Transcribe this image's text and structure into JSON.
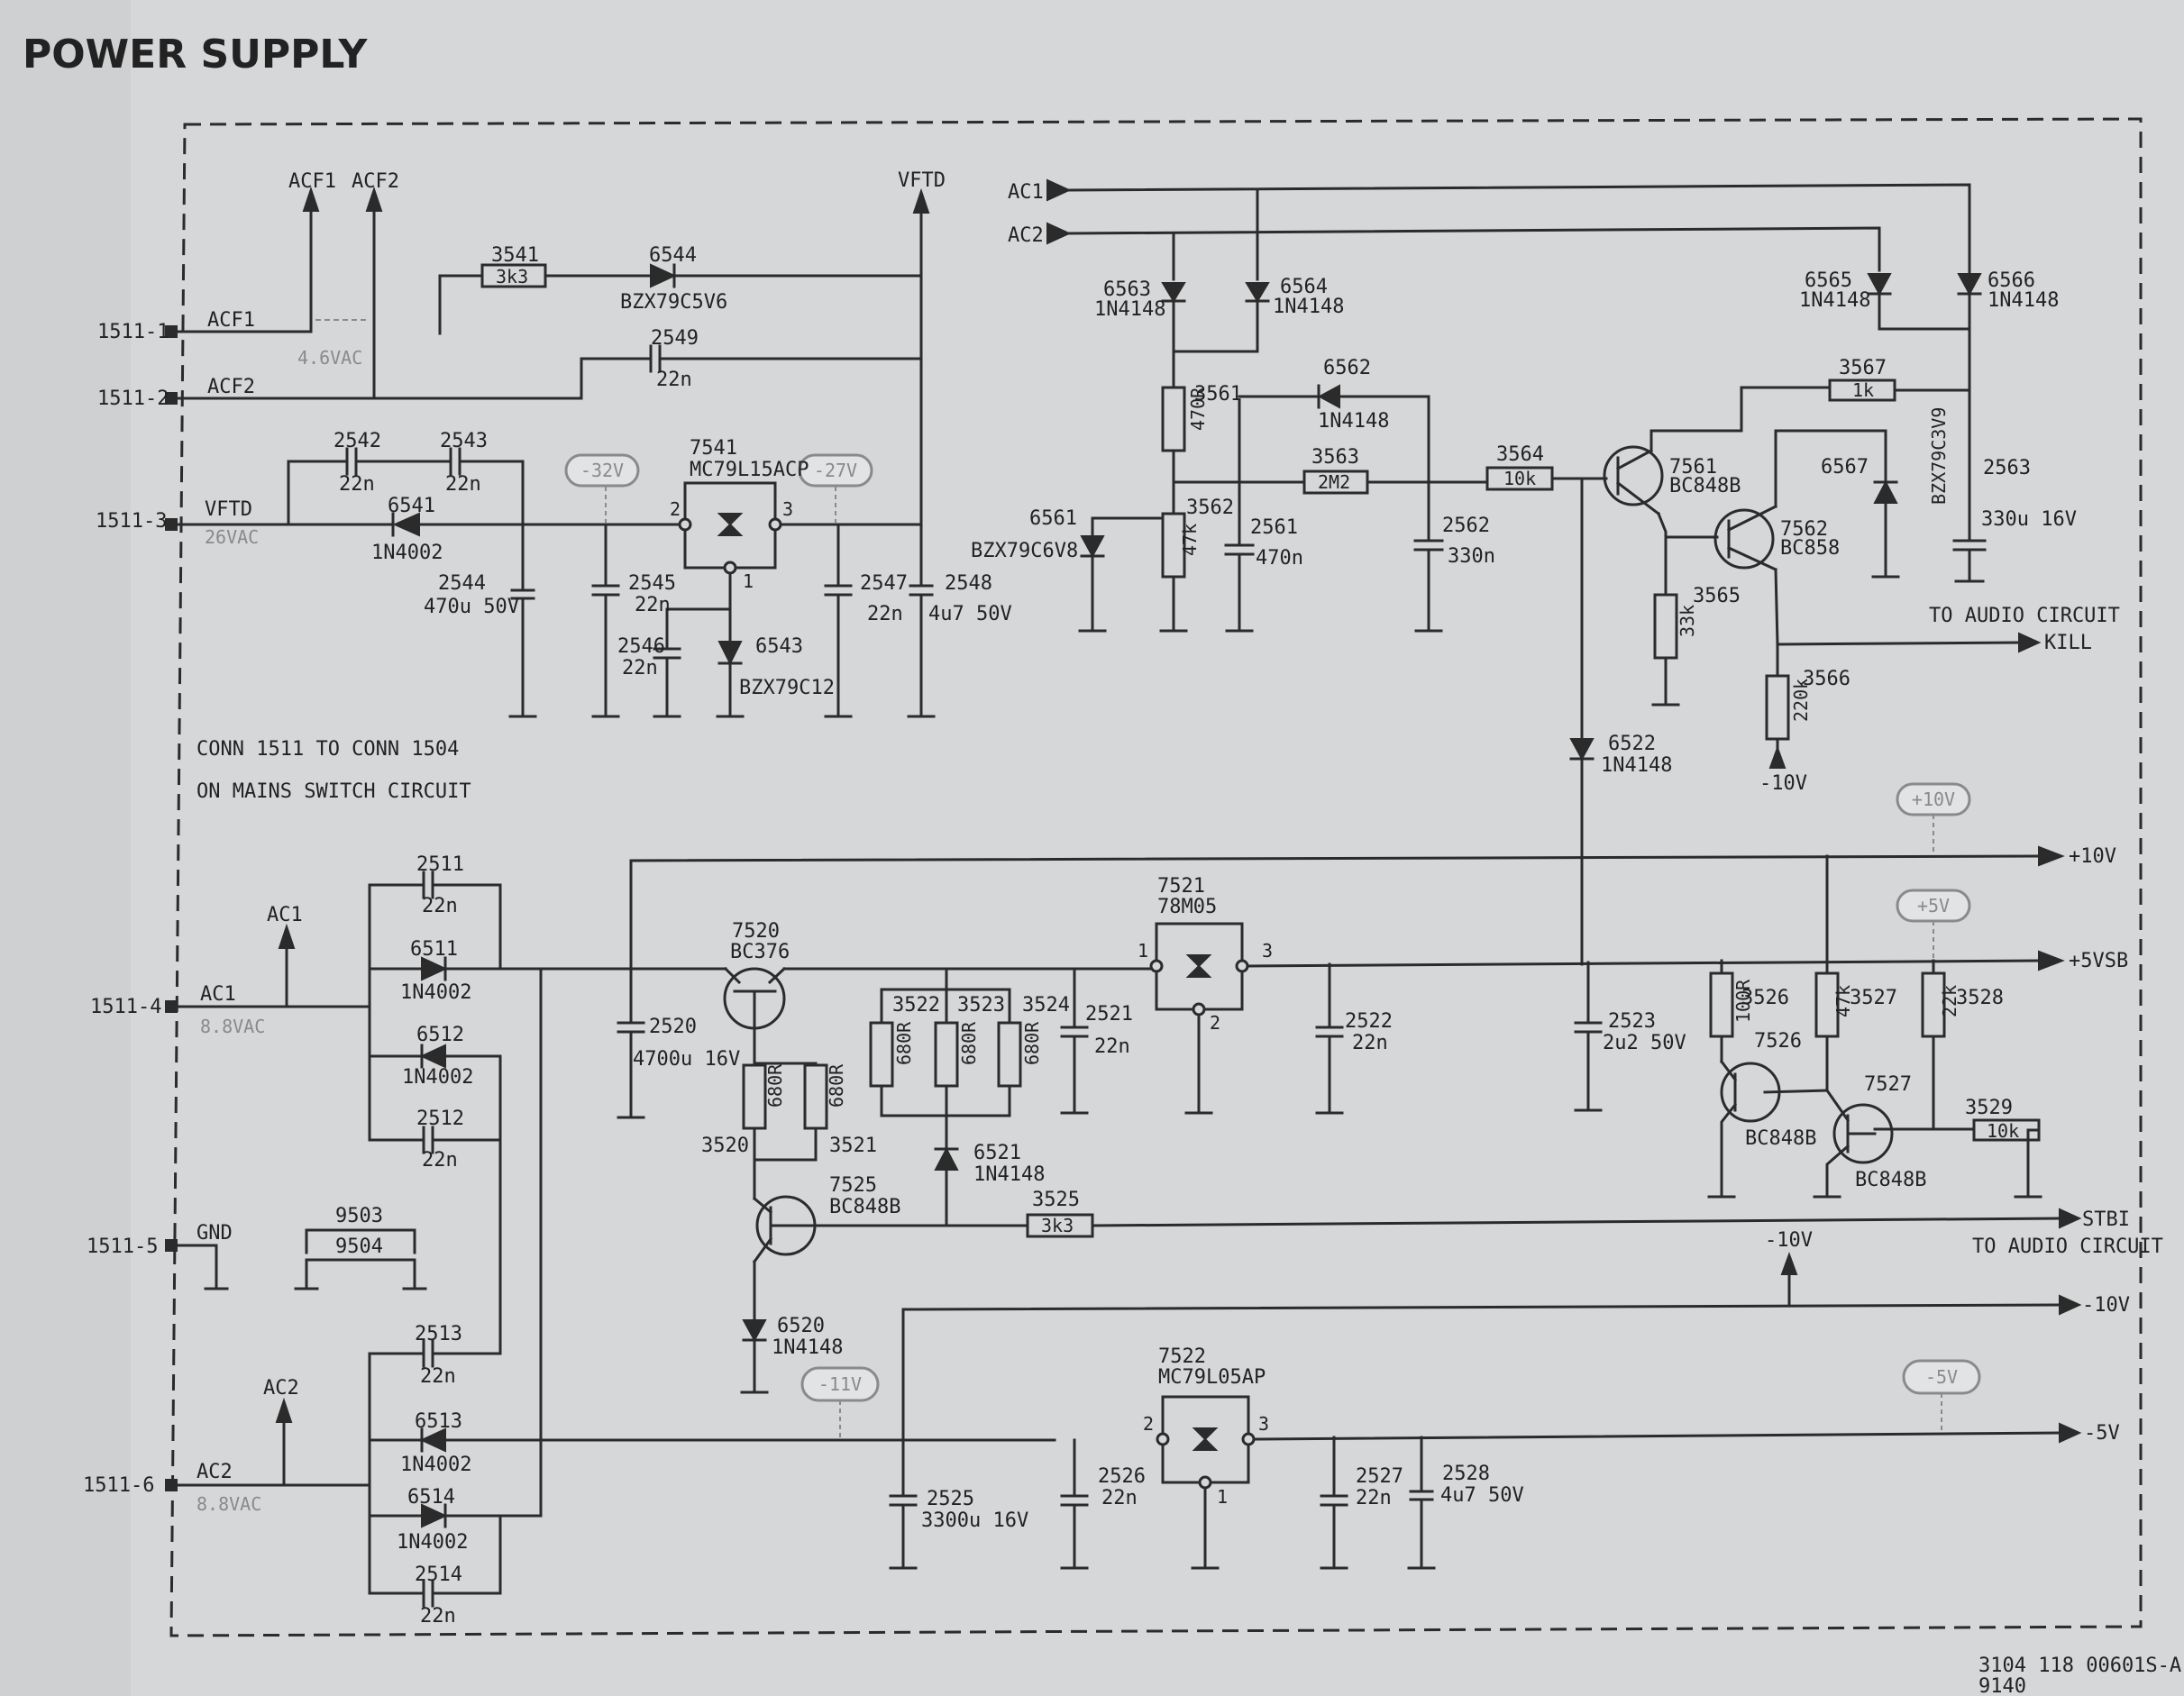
{
  "title": "POWER SUPPLY",
  "page_number": "",
  "connector_pins": [
    "1511-1",
    "1511-2",
    "1511-3",
    "1511-4",
    "1511-5",
    "1511-6"
  ],
  "pin_signals": [
    "ACF1",
    "ACF2",
    "VFTD",
    "AC1",
    "GND",
    "AC2"
  ],
  "pin_voltages": {
    "p2": "4.6VAC",
    "p3": "26VAC",
    "p4": "8.8VAC",
    "p6": "8.8VAC"
  },
  "top_outputs": [
    "ACF1",
    "ACF2",
    "VFTD"
  ],
  "ac_inputs_right": [
    "AC1",
    "AC2"
  ],
  "ac_outputs_left": [
    "AC1",
    "AC2"
  ],
  "note": [
    "CONN 1511 TO CONN 1504",
    "ON MAINS SWITCH CIRCUIT"
  ],
  "right_outputs": [
    "+10V",
    "+5VSB",
    "STBI",
    "-10V",
    "-5V",
    "KILL"
  ],
  "dest_labels": [
    "TO AUDIO CIRCUIT",
    "TO AUDIO CIRCUIT"
  ],
  "neg_supply": [
    "-10V",
    "-10V"
  ],
  "pills": [
    "-32V",
    "-27V",
    "+10V",
    "+5V",
    "-11V",
    "-5V"
  ],
  "components": {
    "r3541": [
      "3541",
      "3k3"
    ],
    "d6544": [
      "6544",
      "BZX79C5V6"
    ],
    "c2549": [
      "2549",
      "22n"
    ],
    "c2542": [
      "2542",
      "22n"
    ],
    "c2543": [
      "2543",
      "22n"
    ],
    "d6541": [
      "6541",
      "1N4002"
    ],
    "c2544": [
      "2544",
      "470u 50V"
    ],
    "ic7541": [
      "7541",
      "MC79L15ACP"
    ],
    "c2545": [
      "2545",
      "22n"
    ],
    "c2546": [
      "2546",
      "22n"
    ],
    "d6543": [
      "6543",
      "BZX79C12"
    ],
    "c2547": [
      "2547",
      "22n"
    ],
    "c2548": [
      "2548",
      "4u7 50V"
    ],
    "d6563": [
      "6563",
      "1N4148"
    ],
    "d6564": [
      "6564",
      "1N4148"
    ],
    "d6565": [
      "6565",
      "1N4148"
    ],
    "d6566": [
      "6566",
      "1N4148"
    ],
    "r3561": [
      "3561",
      "470R"
    ],
    "d6562": [
      "6562",
      "1N4148"
    ],
    "r3567": [
      "3567",
      "1k"
    ],
    "d6561": [
      "6561",
      "BZX79C6V8"
    ],
    "r3562": [
      "3562",
      "47k"
    ],
    "c2561": [
      "2561",
      "470n"
    ],
    "r3563": [
      "3563",
      "2M2"
    ],
    "c2562": [
      "2562",
      "330n"
    ],
    "r3564": [
      "3564",
      "10k"
    ],
    "q7561": [
      "7561",
      "BC848B"
    ],
    "q7562": [
      "7562",
      "BC858"
    ],
    "d6567": [
      "6567",
      "BZX79C3V9"
    ],
    "c2563": [
      "2563",
      "330u 16V"
    ],
    "r3565": [
      "3565",
      "33k"
    ],
    "r3566": [
      "3566",
      "220k"
    ],
    "d6522": [
      "6522",
      "1N4148"
    ],
    "c2511": [
      "2511",
      "22n"
    ],
    "d6511": [
      "6511",
      "1N4002"
    ],
    "d6512": [
      "6512",
      "1N4002"
    ],
    "c2512": [
      "2512",
      "22n"
    ],
    "j9503": [
      "9503"
    ],
    "j9504": [
      "9504"
    ],
    "c2513": [
      "2513",
      "22n"
    ],
    "d6513": [
      "6513",
      "1N4002"
    ],
    "d6514": [
      "6514",
      "1N4002"
    ],
    "c2514": [
      "2514",
      "22n"
    ],
    "c2520": [
      "2520",
      "4700u 16V"
    ],
    "q7520": [
      "7520",
      "BC376"
    ],
    "r3520": [
      "3520",
      "680R"
    ],
    "r3521": [
      "3521",
      "680R"
    ],
    "r3522": [
      "3522",
      "680R"
    ],
    "r3523": [
      "3523",
      "680R"
    ],
    "r3524": [
      "3524",
      "680R"
    ],
    "c2521": [
      "2521",
      "22n"
    ],
    "ic7521": [
      "7521",
      "78M05"
    ],
    "c2522": [
      "2522",
      "22n"
    ],
    "d6521": [
      "6521",
      "1N4148"
    ],
    "q7525": [
      "7525",
      "BC848B"
    ],
    "r3525": [
      "3525",
      "3k3"
    ],
    "d6520": [
      "6520",
      "1N4148"
    ],
    "c2523": [
      "2523",
      "2u2 50V"
    ],
    "r3526": [
      "3526",
      "100R"
    ],
    "r3527": [
      "3527",
      "47k"
    ],
    "r3528": [
      "3528",
      "22k"
    ],
    "q7526": [
      "7526",
      "BC848B"
    ],
    "q7527": [
      "7527",
      "BC848B"
    ],
    "r3529": [
      "3529",
      "10k"
    ],
    "c2525": [
      "2525",
      "3300u 16V"
    ],
    "c2526": [
      "2526",
      "22n"
    ],
    "ic7522": [
      "7522",
      "MC79L05AP"
    ],
    "c2527": [
      "2527",
      "22n"
    ],
    "c2528": [
      "2528",
      "4u7 50V"
    ]
  },
  "pin_numbers": {
    "a": "1",
    "b": "2",
    "c": "3"
  },
  "doc_code": [
    "3104 118 00601S-A",
    "9140"
  ]
}
